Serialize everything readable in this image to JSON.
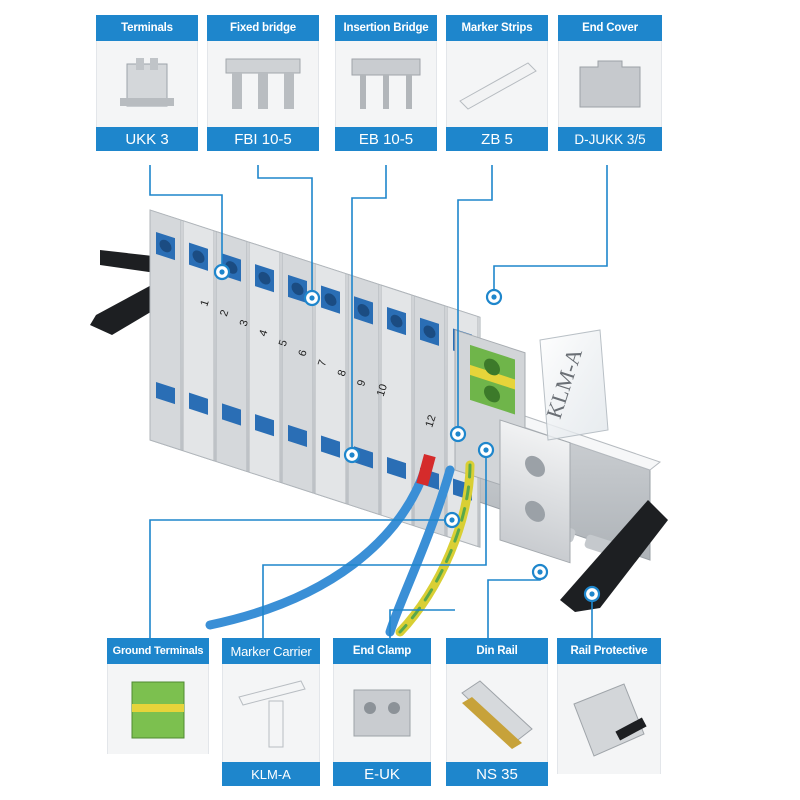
{
  "top_cards": [
    {
      "title": "Terminals",
      "code": "UKK 3"
    },
    {
      "title": "Fixed bridge",
      "code": "FBI 10-5"
    },
    {
      "title": "Insertion Bridge",
      "code": "EB 10-5"
    },
    {
      "title": "Marker Strips",
      "code": "ZB 5"
    },
    {
      "title": "End Cover",
      "code": "D-JUKK 3/5"
    }
  ],
  "bottom_cards": [
    {
      "title": "Ground Terminals",
      "code": ""
    },
    {
      "title": "Marker Carrier",
      "code": "KLM-A"
    },
    {
      "title": "End Clamp",
      "code": "E-UK"
    },
    {
      "title": "Din Rail",
      "code": "NS 35"
    },
    {
      "title": "Rail Protective",
      "code": ""
    }
  ],
  "terminal_numbers": [
    "1",
    "2",
    "3",
    "4",
    "5",
    "6",
    "7",
    "8",
    "9",
    "10",
    "12"
  ],
  "carrier_label": "KLM-A",
  "colors": {
    "accent": "#1e86cc",
    "terminal_blue": "#2a6eb5",
    "ground_green": "#6fb54a",
    "ground_yellow": "#e6d43a",
    "wire_blue": "#3a8fd6"
  }
}
